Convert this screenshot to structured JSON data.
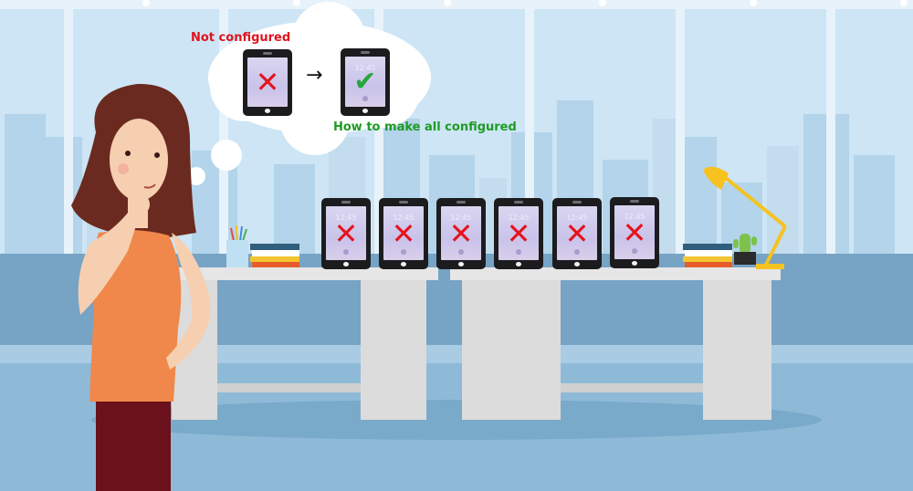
{
  "thought": {
    "not_configured_label": "Not configured",
    "how_to_label": "How to make all configured",
    "arrow": "→"
  },
  "tablet_clock": "12:45",
  "marks": {
    "x": "✕",
    "check": "✔"
  },
  "colors": {
    "sky": "#cfe6f6",
    "floor": "#8ebad8",
    "desk": "#e3e3e3",
    "shirt": "#f0884b",
    "pants": "#6a111c",
    "hair": "#6b2a1f",
    "lamp": "#f6c21f",
    "not_configured_red": "#e0141e",
    "configured_green": "#1e9b23"
  },
  "icons": [
    "x-mark-icon",
    "check-mark-icon",
    "arrow-right-icon",
    "apple-logo-icon",
    "desk-lamp-icon",
    "cactus-icon",
    "pencil-cup-icon",
    "book-stack-icon"
  ]
}
